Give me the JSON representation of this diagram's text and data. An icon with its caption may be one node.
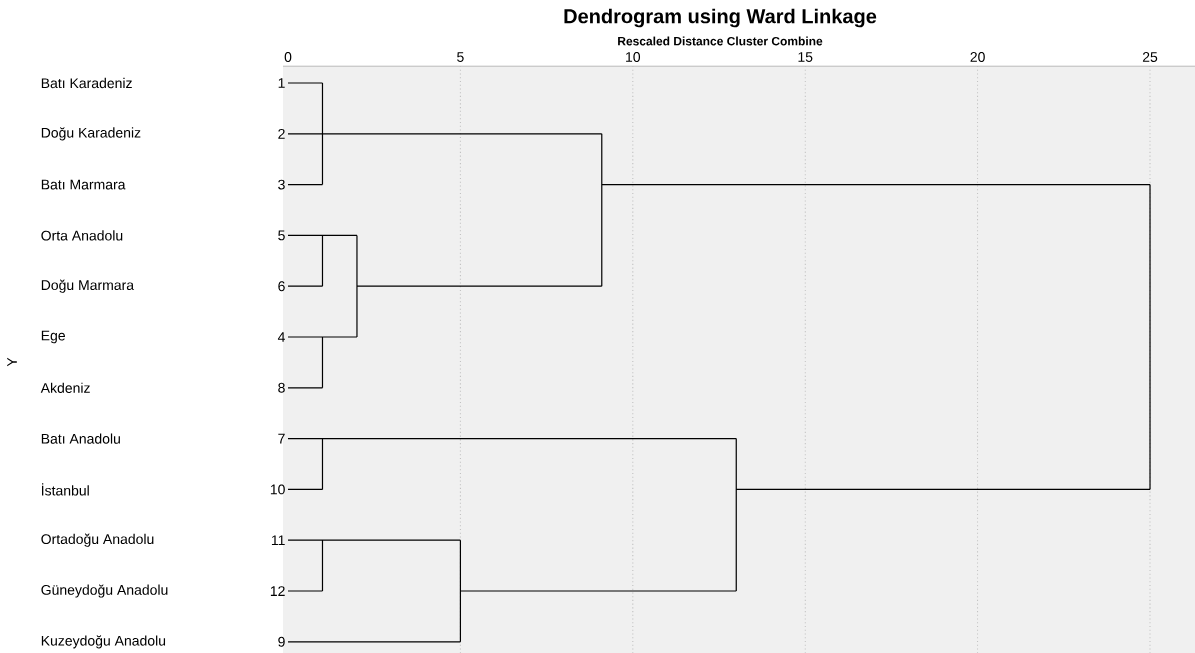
{
  "diagram": {
    "title": "Dendrogram using Ward Linkage",
    "labels": [
      "Rescaled Distance Cluster Combine",
      "0",
      "5",
      "10",
      "15",
      "20",
      "25",
      "Y",
      "Batı Karadeniz",
      "1",
      "Doğu Karadeniz",
      "2",
      "Batı Marmara",
      "3",
      "Orta Anadolu",
      "5",
      "Doğu Marmara",
      "6",
      "Ege",
      "4",
      "Akdeniz",
      "8",
      "Batı Anadolu",
      "7",
      "İstanbul",
      "10",
      "Ortadoğu Anadolu",
      "11",
      "Güneydoğu Anadolu",
      "12",
      "Kuzeydoğu Anadolu",
      "9"
    ]
  }
}
